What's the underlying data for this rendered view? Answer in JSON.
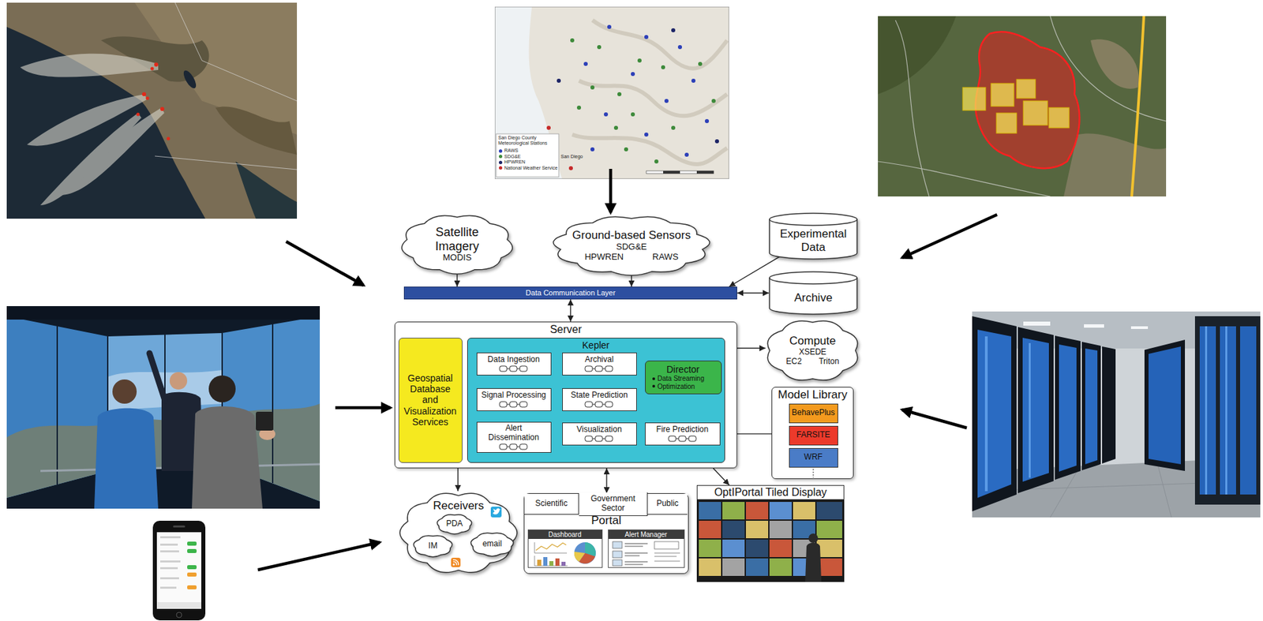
{
  "diagram": {
    "nodes": [
      {
        "text": [
          "Satellite Imagery",
          "MODIS"
        ]
      },
      {
        "text": [
          "Ground-based Sensors",
          "SDG&E",
          "HPWREN",
          "RAWS"
        ]
      },
      {
        "text": [
          "Experimental Data"
        ]
      },
      {
        "text": [
          "Data Communication Layer"
        ]
      },
      {
        "text": [
          "Archive"
        ]
      },
      {
        "text": [
          "Server"
        ]
      },
      {
        "text": [
          "Geospatial Database and Visualization Services"
        ],
        "in": 5
      },
      {
        "text": [
          "Kepler"
        ],
        "in": 5
      },
      {
        "text": [
          "Data Ingestion"
        ],
        "in": 7
      },
      {
        "text": [
          "Archival"
        ],
        "in": 7
      },
      {
        "text": [
          "Director",
          "Data Streaming",
          "Optimization"
        ],
        "in": 7
      },
      {
        "text": [
          "Signal Processing"
        ],
        "in": 7
      },
      {
        "text": [
          "State Prediction"
        ],
        "in": 7
      },
      {
        "text": [
          "Alert Dissemination"
        ],
        "in": 7
      },
      {
        "text": [
          "Visualization"
        ],
        "in": 7
      },
      {
        "text": [
          "Fire Prediction"
        ],
        "in": 7
      },
      {
        "text": [
          "Compute",
          "XSEDE",
          "Triton",
          "EC2"
        ]
      },
      {
        "text": [
          "Model Library"
        ]
      },
      {
        "text": [
          "BehavePlus"
        ],
        "in": 17
      },
      {
        "text": [
          "FARSITE"
        ],
        "in": 17
      },
      {
        "text": [
          "WRF"
        ],
        "in": 17
      },
      {
        "text": [
          "Receivers"
        ]
      },
      {
        "text": [
          "PDA"
        ],
        "in": 21
      },
      {
        "text": [
          "IM"
        ],
        "in": 21
      },
      {
        "text": [
          "email"
        ],
        "in": 21
      },
      {
        "text": [
          "Portal"
        ]
      },
      {
        "text": [
          "Scientific"
        ],
        "in": 25
      },
      {
        "text": [
          "Government Sector"
        ],
        "in": 25
      },
      {
        "text": [
          "Public"
        ],
        "in": 25
      },
      {
        "text": [
          "Dashboard"
        ],
        "in": 25
      },
      {
        "text": [
          "Alert Manager"
        ],
        "in": 25
      },
      {
        "text": [
          "OptIPortal Tiled Display"
        ]
      }
    ],
    "edges": [
      {
        "from": 0,
        "to": 3,
        "arrow": "to"
      },
      {
        "from": 1,
        "to": 3,
        "arrow": "to"
      },
      {
        "from": 2,
        "to": 3,
        "arrow": "to"
      },
      {
        "from": 3,
        "to": 4,
        "arrow": "both"
      },
      {
        "from": 3,
        "to": 5,
        "arrow": "both"
      },
      {
        "from": 7,
        "to": 16,
        "arrow": "both"
      },
      {
        "from": 17,
        "to": 7,
        "arrow": "to"
      },
      {
        "from": 5,
        "to": 21,
        "arrow": "to"
      },
      {
        "from": 5,
        "to": 25,
        "arrow": "both"
      },
      {
        "from": 5,
        "to": 31,
        "arrow": "to"
      }
    ],
    "labels": [
      "San Diego County Meteorological Stations",
      "San Diego"
    ],
    "legend": [
      {
        "text": "RAWS",
        "color": "#2c3fb8"
      },
      {
        "text": "SDG&E",
        "color": "#3d8a3a"
      },
      {
        "text": "HPWREN",
        "color": "#1c2466"
      },
      {
        "text": "National Weather Service",
        "color": "#c62a2a"
      }
    ]
  }
}
